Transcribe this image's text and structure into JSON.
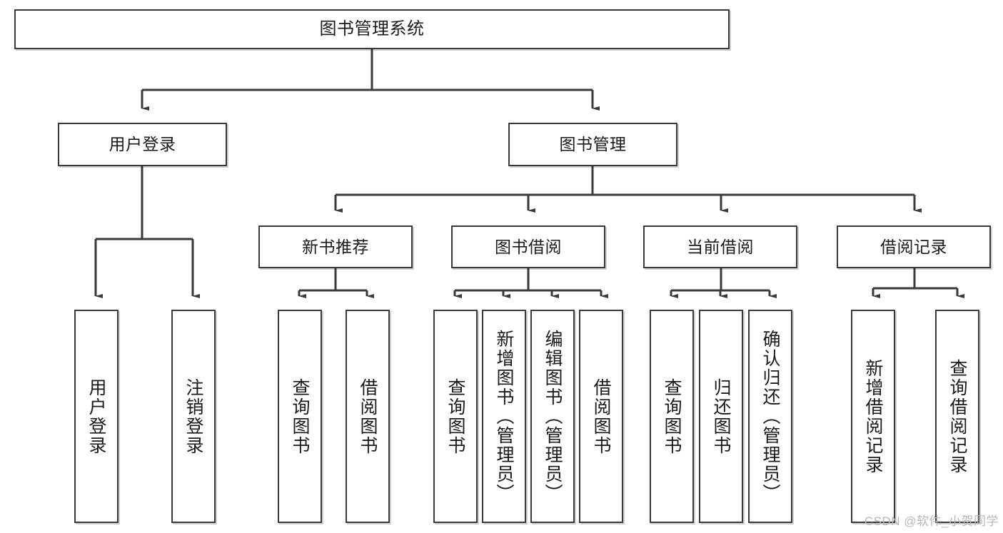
{
  "diagram": {
    "title": "图书管理系统",
    "watermark": "CSDN @软件_小贺同学",
    "colors": {
      "stroke": "#3a3a3a",
      "background": "#ffffff",
      "text": "#1a1a1a",
      "watermark": "#b8b8b8"
    },
    "nodes": {
      "root": "图书管理系统",
      "level2": [
        "用户登录",
        "图书管理"
      ],
      "level3": [
        "新书推荐",
        "图书借阅",
        "当前借阅",
        "借阅记录"
      ],
      "leaves": {
        "user_login": [
          "用户登录",
          "注销登录"
        ],
        "new_book_recommend": [
          "查询图书",
          "借阅图书"
        ],
        "book_borrow": [
          "查询图书",
          "新增图书（管理员）",
          "编辑图书（管理员）",
          "借阅图书"
        ],
        "current_borrow": [
          "查询图书",
          "归还图书",
          "确认归还（管理员）"
        ],
        "borrow_record": [
          "新增借阅记录",
          "查询借阅记录"
        ]
      }
    }
  }
}
